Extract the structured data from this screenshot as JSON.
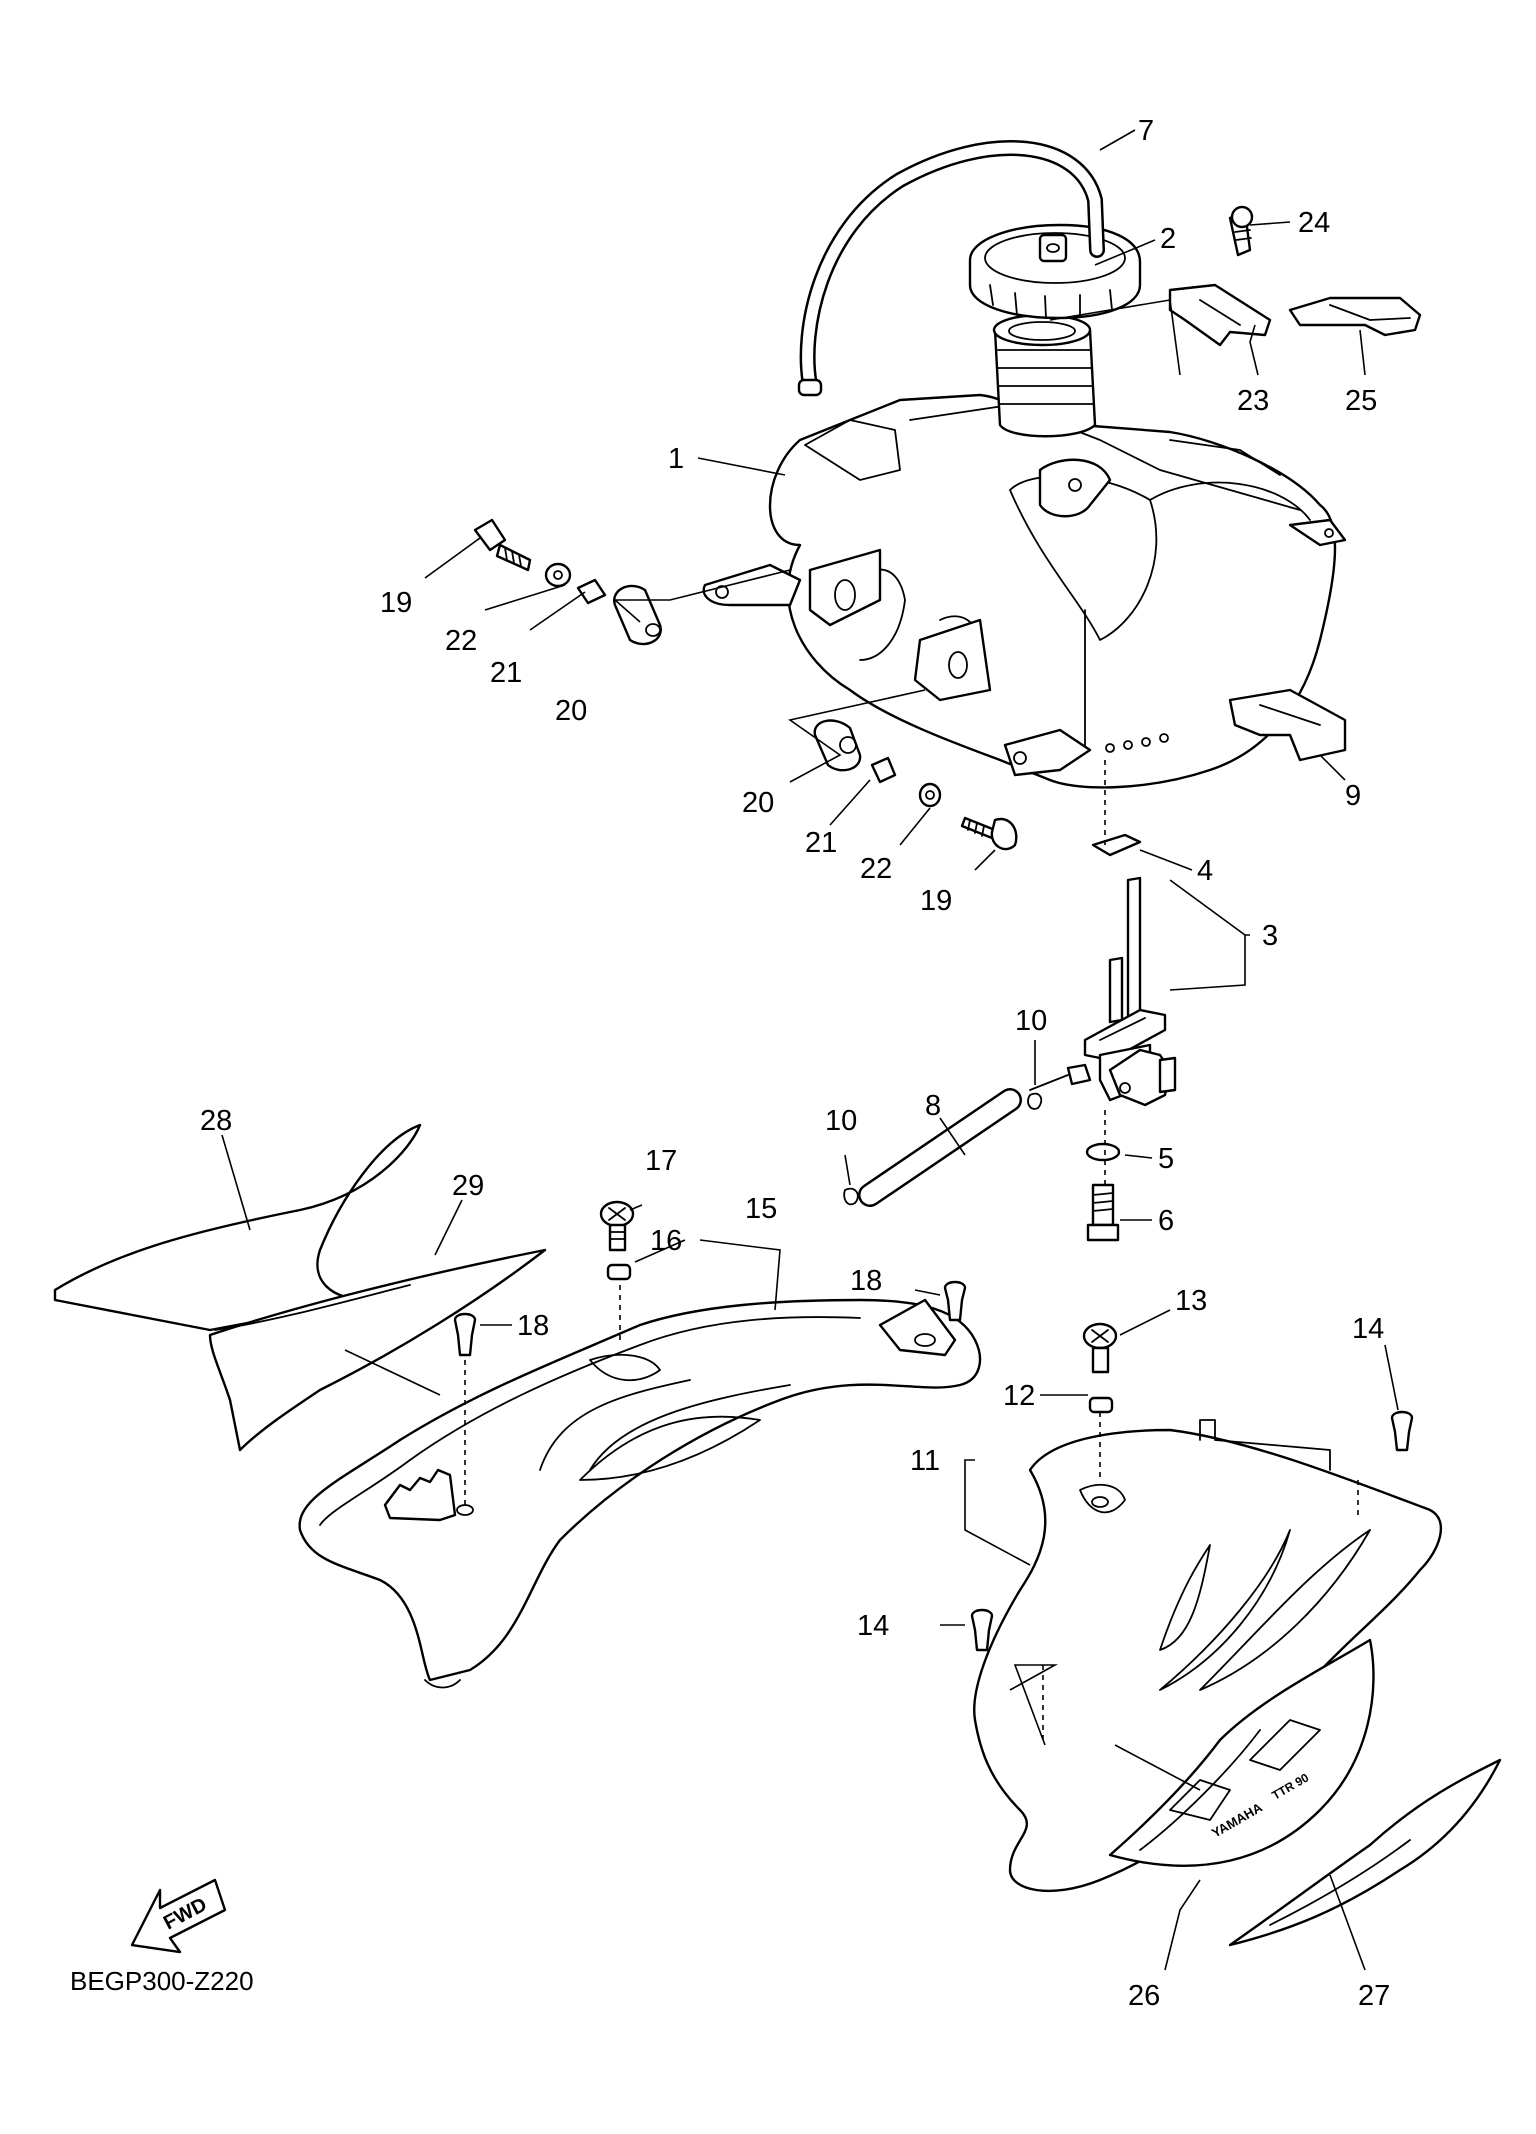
{
  "diagram": {
    "code": "BEGP300-Z220",
    "fwd_text": "FWD",
    "callouts": [
      "1",
      "2",
      "3",
      "4",
      "5",
      "6",
      "7",
      "8",
      "9",
      "10",
      "10",
      "11",
      "12",
      "13",
      "14",
      "14",
      "15",
      "16",
      "17",
      "18",
      "18",
      "19",
      "19",
      "20",
      "20",
      "21",
      "21",
      "22",
      "22",
      "23",
      "24",
      "25",
      "26",
      "27",
      "28",
      "29"
    ],
    "decal_text": {
      "brand": "YAMAHA",
      "model": "TTR 90"
    }
  }
}
